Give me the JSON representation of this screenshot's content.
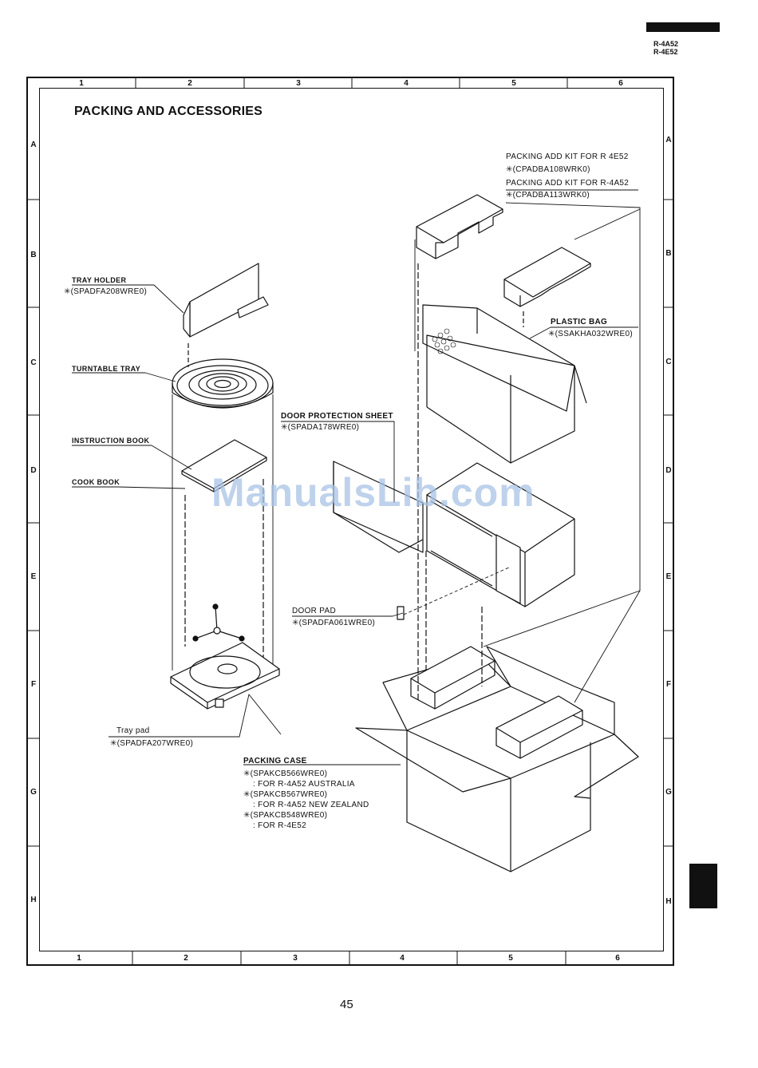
{
  "header": {
    "model_codes": [
      "R-4A52",
      "R-4E52"
    ]
  },
  "frame": {
    "column_numbers": [
      "1",
      "2",
      "3",
      "4",
      "5",
      "6"
    ],
    "row_letters": [
      "A",
      "B",
      "C",
      "D",
      "E",
      "F",
      "G",
      "H"
    ]
  },
  "title": "PACKING AND ACCESSORIES",
  "labels": {
    "kit_4e52_name": "PACKING ADD KIT FOR R 4E52",
    "kit_4e52_part": "✳(CPADBA108WRK0)",
    "kit_4a52_name": "PACKING ADD KIT FOR R-4A52",
    "kit_4a52_part": "✳(CPADBA113WRK0)",
    "tray_holder_name": "TRAY HOLDER",
    "tray_holder_part": "✳(SPADFA208WRE0)",
    "turntable_tray_name": "TURNTABLE TRAY",
    "plastic_bag_name": "PLASTIC BAG",
    "plastic_bag_part": "✳(SSAKHA032WRE0)",
    "door_sheet_name": "DOOR PROTECTION SHEET",
    "door_sheet_part": "✳(SPADA178WRE0)",
    "instruction_book_name": "INSTRUCTION BOOK",
    "cook_book_name": "COOK BOOK",
    "door_pad_name": "DOOR PAD",
    "door_pad_part": "✳(SPADFA061WRE0)",
    "tray_pad_name": "Tray pad",
    "tray_pad_part": "✳(SPADFA207WRE0)",
    "packing_case_name": "PACKING CASE",
    "packing_case_lines": [
      "✳(SPAKCB566WRE0)",
      ": FOR R-4A52 AUSTRALIA",
      "✳(SPAKCB567WRE0)",
      ": FOR R-4A52 NEW ZEALAND",
      "✳(SPAKCB548WRE0)",
      ": FOR R-4E52"
    ]
  },
  "watermark": "ManualsLib.com",
  "page_number": "45"
}
